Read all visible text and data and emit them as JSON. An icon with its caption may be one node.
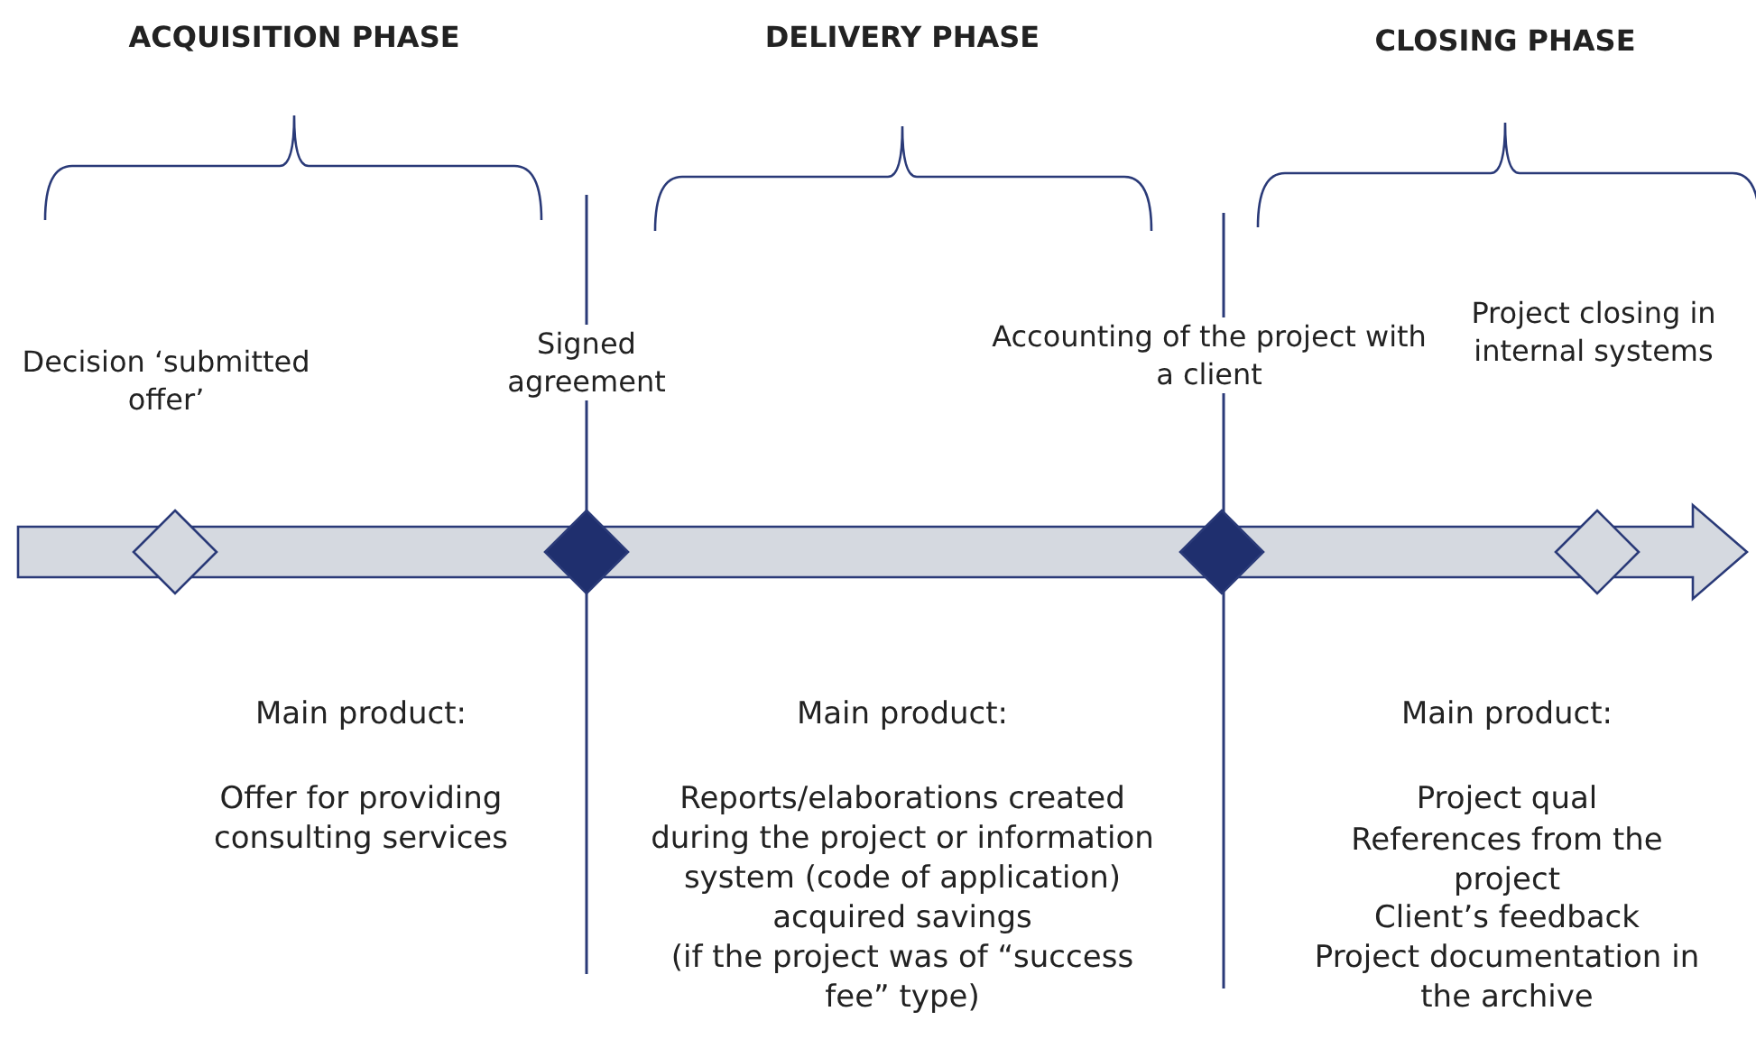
{
  "diagram": {
    "nodes": [
      {
        "text": [],
        "shape": "diamond"
      },
      {
        "text": [],
        "shape": "diamond"
      },
      {
        "text": [],
        "shape": "diamond"
      },
      {
        "text": [],
        "shape": "diamond"
      }
    ],
    "labels": [
      "ACQUISITION PHASE",
      "DELIVERY PHASE",
      "CLOSING PHASE",
      "Decision ‘submitted offer’",
      "Signed agreement",
      "Accounting of the project with a client",
      "Project closing in internal systems",
      "Main product:",
      "Offer for providing consulting services",
      "Main product:",
      "Reports/elaborations created during the project or information system (code of application)",
      "acquired savings",
      "(if the project was of “success fee” type)",
      "Main product:",
      "Project qual",
      "References from the project",
      "Client’s feedback",
      "Project documentation in the archive"
    ]
  }
}
